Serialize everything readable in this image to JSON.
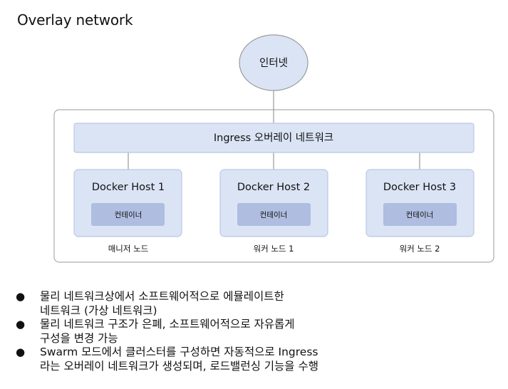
{
  "title": "Overlay network",
  "diagram": {
    "internet": "인터넷",
    "ingress": "Ingress 오버레이 네트워크",
    "hosts": [
      {
        "name": "Docker Host 1",
        "container": "컨테이너",
        "role": "매니저 노드"
      },
      {
        "name": "Docker Host 2",
        "container": "컨테이너",
        "role": "워커 노드 1"
      },
      {
        "name": "Docker Host 3",
        "container": "컨테이너",
        "role": "워커 노드 2"
      }
    ]
  },
  "bullets": [
    {
      "line1": "물리 네트워크상에서 소프트웨어적으로 에뮬레이트한",
      "line2": "네트워크 (가상 네트워크)"
    },
    {
      "line1": "물리 네트워크 구조가 은폐, 소프트웨어적으로 자유롭게",
      "line2": "구성을 변경 가능"
    },
    {
      "line1": "Swarm 모드에서 클러스터를 구성하면 자동적으로 Ingress",
      "line2": "라는 오버레이 네트워크가 생성되며, 로드밸런싱 기능을 수행"
    }
  ],
  "colors": {
    "box_fill": "#dbe4f4",
    "box_stroke": "#b9c8e6",
    "container_fill": "#aebde0",
    "line": "#9a9a9a",
    "frame": "#9a9a9a"
  }
}
